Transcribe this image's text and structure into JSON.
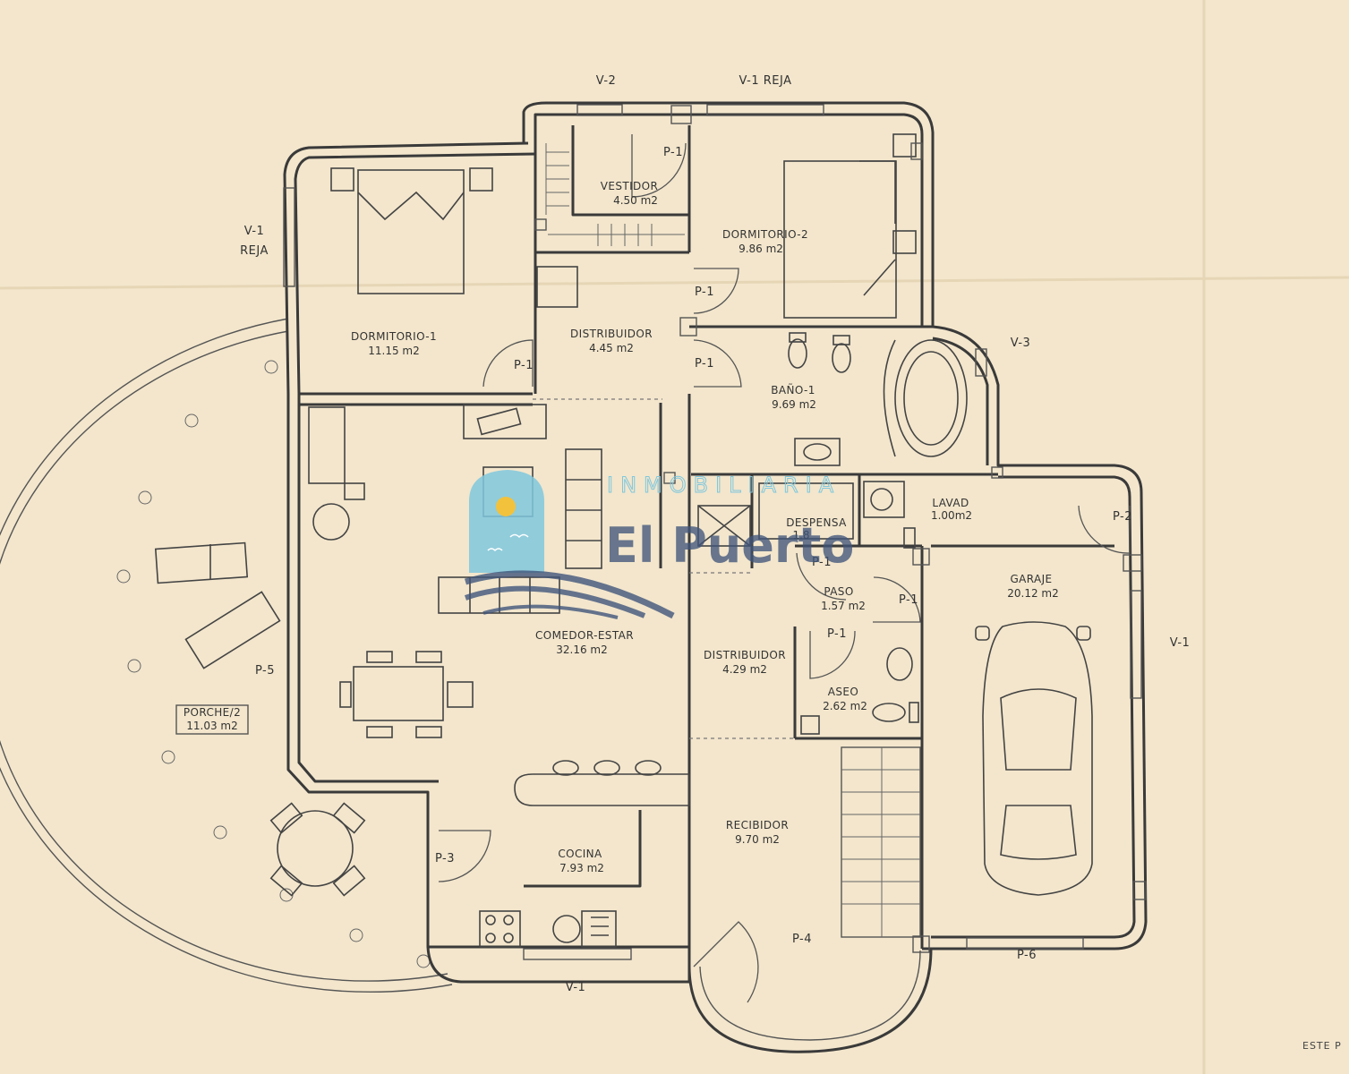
{
  "rooms": {
    "vestidor": {
      "name": "VESTIDOR",
      "area": "4.50 m2"
    },
    "dormitorio2": {
      "name": "DORMITORIO-2",
      "area": "9.86 m2"
    },
    "dormitorio1": {
      "name": "DORMITORIO-1",
      "area": "11.15 m2"
    },
    "distribuidor_top": {
      "name": "DISTRIBUIDOR",
      "area": "4.45 m2"
    },
    "bano1": {
      "name": "BAÑO-1",
      "area": "9.69 m2"
    },
    "lavad": {
      "name": "LAVAD",
      "area": "1.00m2"
    },
    "despensa": {
      "name": "DESPENSA",
      "area": "1.8"
    },
    "garaje": {
      "name": "GARAJE",
      "area": "20.12 m2"
    },
    "paso": {
      "name": "PASO",
      "area": "1.57 m2"
    },
    "comedor": {
      "name": "COMEDOR-ESTAR",
      "area": "32.16 m2"
    },
    "distribuidor_mid": {
      "name": "DISTRIBUIDOR",
      "area": "4.29 m2"
    },
    "aseo": {
      "name": "ASEO",
      "area": "2.62 m2"
    },
    "porche": {
      "name": "PORCHE/2",
      "area": "11.03 m2"
    },
    "recibidor": {
      "name": "RECIBIDOR",
      "area": "9.70 m2"
    },
    "cocina": {
      "name": "COCINA",
      "area": "7.93 m2"
    }
  },
  "codes": {
    "v2": "V-2",
    "v1_reja_top": "V-1 REJA",
    "v1_left": "V-1",
    "reja_left": "REJA",
    "v3": "V-3",
    "v1_right": "V-1",
    "v1_bottom": "V-1",
    "p1_vestidor": "P-1",
    "p1_dist_right_top": "P-1",
    "p1_dist_left": "P-1",
    "p1_dist_right": "P-1",
    "p1_despensa": "P-1",
    "p1_paso_right": "P-1",
    "p1_paso_left": "P-1",
    "p2": "P-2",
    "p3": "P-3",
    "p4": "P-4",
    "p5": "P-5",
    "p6": "P-6"
  },
  "watermark": {
    "line1": "INMOBILIARIA",
    "line2": "El Puerto"
  },
  "corner_text": "ESTE P",
  "colors": {
    "paper": "#f3e6cc",
    "wall": "#3a3a3a",
    "wm_blue": "#40557a",
    "wm_cyan": "#7fc7dd",
    "wm_sun": "#f2c23c"
  }
}
